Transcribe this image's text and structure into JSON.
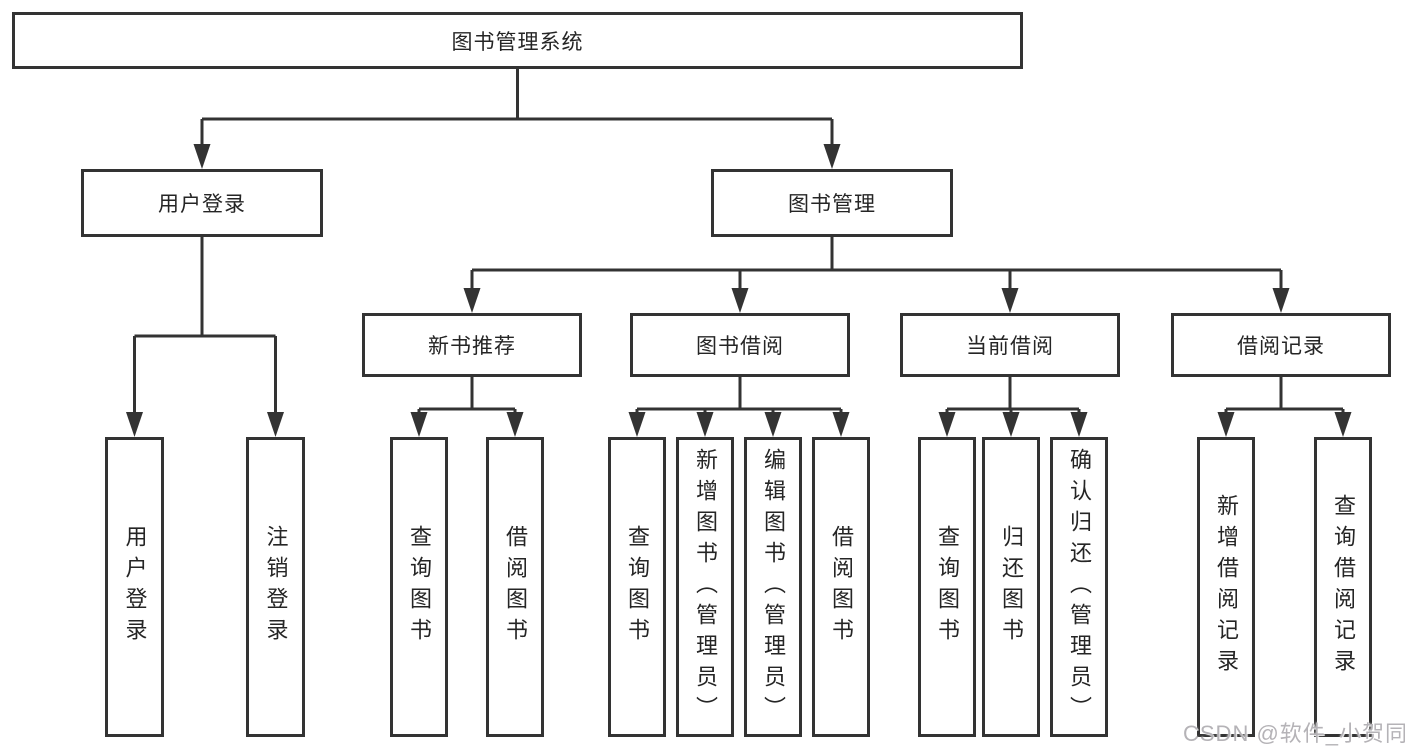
{
  "nodes": {
    "root": {
      "label": "图书管理系统"
    },
    "user_login": {
      "label": "用户登录"
    },
    "book_mgmt": {
      "label": "图书管理"
    },
    "login_leaf1": {
      "label": "用户登录"
    },
    "login_leaf2": {
      "label": "注销登录"
    },
    "new_book_rec": {
      "label": "新书推荐"
    },
    "book_borrow": {
      "label": "图书借阅"
    },
    "current_borrow": {
      "label": "当前借阅"
    },
    "borrow_record": {
      "label": "借阅记录"
    },
    "rec_leaf1": {
      "label": "查询图书"
    },
    "rec_leaf2": {
      "label": "借阅图书"
    },
    "borrow_leaf1": {
      "label": "查询图书"
    },
    "borrow_leaf2": {
      "label": "新增图书（管理员）"
    },
    "borrow_leaf3": {
      "label": "编辑图书（管理员）"
    },
    "borrow_leaf4": {
      "label": "借阅图书"
    },
    "current_leaf1": {
      "label": "查询图书"
    },
    "current_leaf2": {
      "label": "归还图书"
    },
    "current_leaf3": {
      "label": "确认归还（管理员）"
    },
    "record_leaf1": {
      "label": "新增借阅记录"
    },
    "record_leaf2": {
      "label": "查询借阅记录"
    }
  },
  "watermark": {
    "text": "CSDN @软件_小贺同学"
  },
  "colors": {
    "line": "#333333",
    "box_background": "#ffffff",
    "text": "#252525",
    "watermark": "#b5b3b7"
  }
}
